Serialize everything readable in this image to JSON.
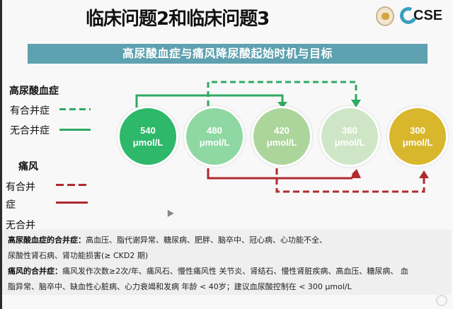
{
  "slide": {
    "title": "临床问题2和临床问题3",
    "logo_text": "CSE",
    "banner": "高尿酸血症与痛风降尿酸起始时机与目标"
  },
  "legend": {
    "hyperuricemia": {
      "heading": "高尿酸血症",
      "with_comorbidity": "有合并症",
      "without_comorbidity": "无合并症",
      "with_style": "dashed-green",
      "without_style": "solid-green"
    },
    "gout": {
      "heading": "痛风",
      "with_comorbidity_line1": "有合并",
      "with_comorbidity_line2": "症",
      "without_comorbidity_partial": "无合并",
      "with_style": "dashed-red",
      "without_style": "solid-red"
    }
  },
  "circles": [
    {
      "value": "540",
      "unit": "μmol/L",
      "color": "#2eb86a"
    },
    {
      "value": "480",
      "unit": "μmol/L",
      "color": "#8fd8a3"
    },
    {
      "value": "420",
      "unit": "μmol/L",
      "color": "#acd59c"
    },
    {
      "value": "360",
      "unit": "μmol/L",
      "color": "#cfe6c6"
    },
    {
      "value": "300",
      "unit": "μmol/L",
      "color": "#d8b72c"
    }
  ],
  "colors": {
    "banner": "#5ea1b0",
    "green": "#2eaa62",
    "red": "#b02a2e"
  },
  "notes": {
    "hyper_label": "高尿酸血症的合并症：",
    "hyper_text_1": "高血压、脂代谢异常、糖尿病、肥胖、脑卒中、冠心病、心功能不全、",
    "hyper_text_2": "尿酸性肾石病、肾功能损害(≥ CKD2 期)",
    "gout_label": "痛风的合并症：",
    "gout_text_1": "痛风发作次数≥2次/年、痛风石、慢性痛风性 关节炎、肾结石、慢性肾脏疾病、高血压、糖尿病、 血",
    "gout_text_2": "脂异常、脑卒中、缺血性心脏病、心力衰竭和发病 年龄 < 40岁；建议血尿酸控制在 < 300 μmol/L"
  }
}
